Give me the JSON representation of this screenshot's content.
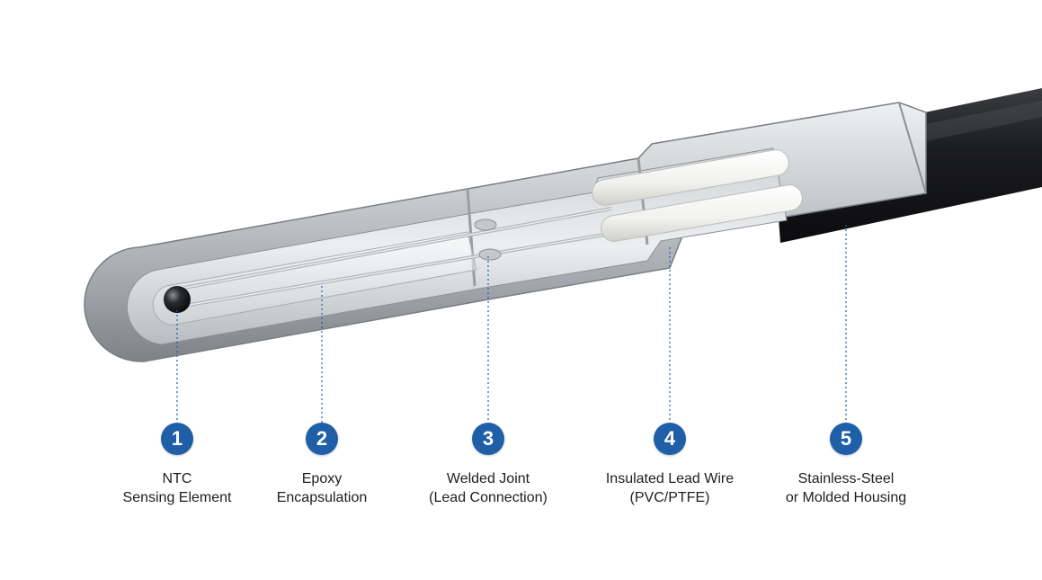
{
  "colors": {
    "accent": "#1f5fa8",
    "steel": "#b9bdc2",
    "cable": "#1a1b1e",
    "insulation": "#f2f2f0"
  },
  "callouts": [
    {
      "number": "1",
      "line1": "NTC",
      "line2": "Sensing Element",
      "icon": "ntc-bead-icon"
    },
    {
      "number": "2",
      "line1": "Epoxy",
      "line2": "Encapsulation",
      "icon": "epoxy-tube-icon"
    },
    {
      "number": "3",
      "line1": "Welded Joint",
      "line2": "(Lead Connection)",
      "icon": "weld-joint-icon"
    },
    {
      "number": "4",
      "line1": "Insulated Lead Wire",
      "line2": "(PVC/PTFE)",
      "icon": "lead-wire-icon"
    },
    {
      "number": "5",
      "line1": "Stainless-Steel",
      "line2": "or Molded Housing",
      "icon": "housing-icon"
    }
  ]
}
